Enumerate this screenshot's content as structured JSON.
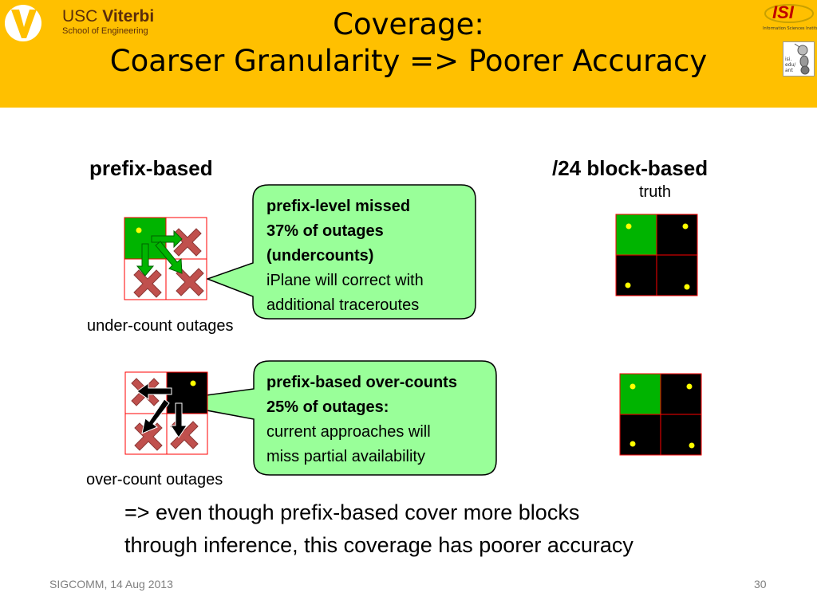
{
  "header": {
    "title_line1": "Coverage:",
    "title_line2": "Coarser Granularity => Poorer Accuracy",
    "usc_logo": {
      "name": "Viterbi",
      "prefix": "USC",
      "subtitle": "School of Engineering"
    },
    "isi_logo": {
      "name": "ISI",
      "subtitle": "Information Sciences Institute"
    },
    "ant_logo": {
      "text_line1": "isi.",
      "text_line2": "edu/",
      "text_line3": "ant",
      "icon": "ant-mascot-icon"
    },
    "colors": {
      "bar": "#ffc000"
    }
  },
  "left_heading": "prefix-based",
  "right_heading": "/24 block-based",
  "truth_label": "truth",
  "under_label": "under-count outages",
  "over_label": "over-count outages",
  "callout1": {
    "line1": "prefix-level missed",
    "line2": "37% of outages",
    "line3": "(undercounts)",
    "line4": "iPlane will correct with",
    "line5": "additional traceroutes"
  },
  "callout2": {
    "line1": "prefix-based over-counts",
    "line2": "25% of outages:",
    "line3": "current approaches will",
    "line4": "miss partial availability"
  },
  "conclusion": {
    "line1": "=> even though prefix-based cover more blocks",
    "line2": "through inference, this coverage has poorer accuracy"
  },
  "footer": {
    "left": "SIGCOMM, 14 Aug 2013",
    "right": "30"
  },
  "colors": {
    "green": "#00b400",
    "callout_fill": "#99ff99",
    "cross": "#c0504d",
    "grid_border": "#ff0000",
    "dot": "#ffff00"
  }
}
